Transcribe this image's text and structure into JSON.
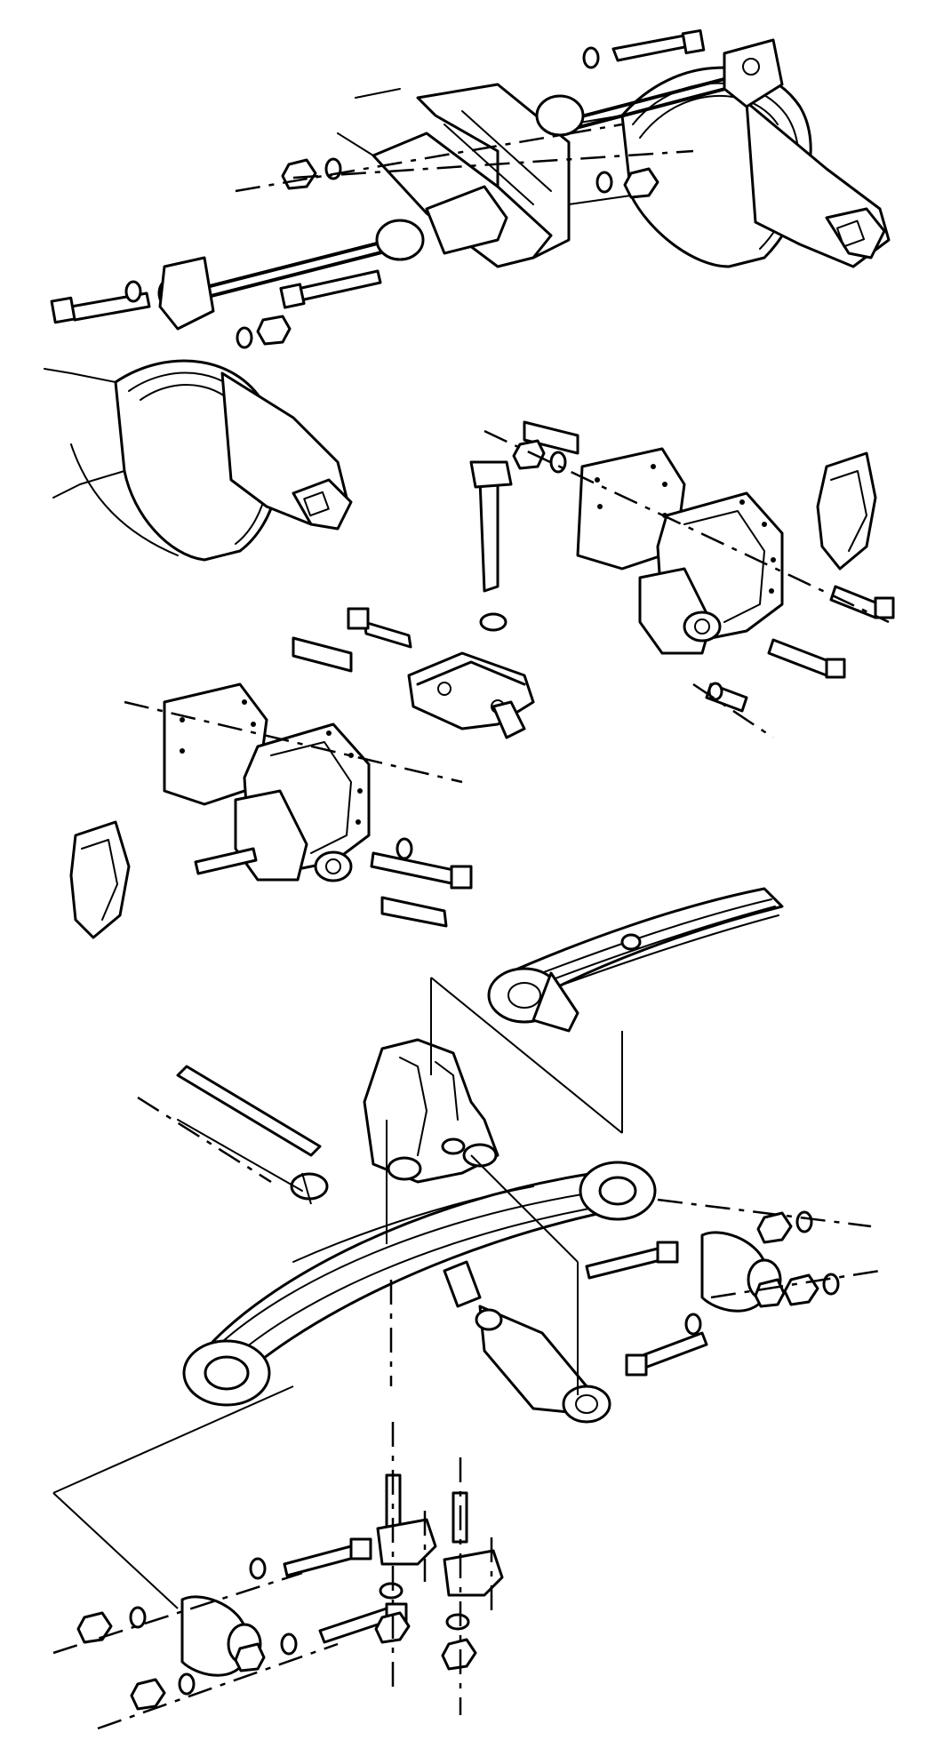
{
  "diagram": {
    "kind": "exploded-view line drawing",
    "subject_icons": [
      "axle-housing",
      "torque-rod",
      "spring-bracket",
      "saddle",
      "equalizer-beam",
      "leaf-spring",
      "bushing",
      "bolt",
      "nut",
      "washer"
    ],
    "colors": {
      "ink": "#000000",
      "paper": "#ffffff"
    }
  }
}
